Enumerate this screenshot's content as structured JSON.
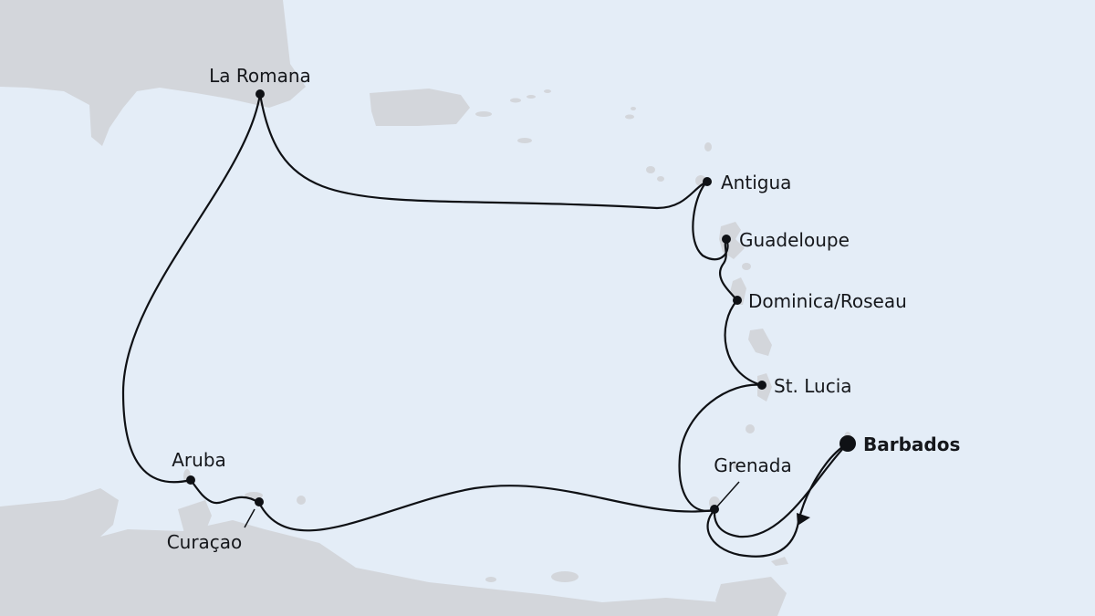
{
  "map": {
    "ports": [
      {
        "id": "la-romana",
        "name": "La Romana"
      },
      {
        "id": "antigua",
        "name": "Antigua"
      },
      {
        "id": "guadeloupe",
        "name": "Guadeloupe"
      },
      {
        "id": "dominica",
        "name": "Dominica/Roseau"
      },
      {
        "id": "st-lucia",
        "name": "St. Lucia"
      },
      {
        "id": "barbados",
        "name": "Barbados",
        "home_port": true
      },
      {
        "id": "grenada",
        "name": "Grenada"
      },
      {
        "id": "aruba",
        "name": "Aruba"
      },
      {
        "id": "curacao",
        "name": "Curaçao"
      }
    ],
    "itinerary": [
      "Barbados",
      "Grenada",
      "Curaçao",
      "Aruba",
      "La Romana",
      "Antigua",
      "Guadeloupe",
      "Dominica/Roseau",
      "St. Lucia",
      "Grenada",
      "Barbados"
    ],
    "colors": {
      "sea": "#e4edf7",
      "land": "#d3d6db",
      "route": "#0f1115",
      "text": "#15171b"
    }
  }
}
